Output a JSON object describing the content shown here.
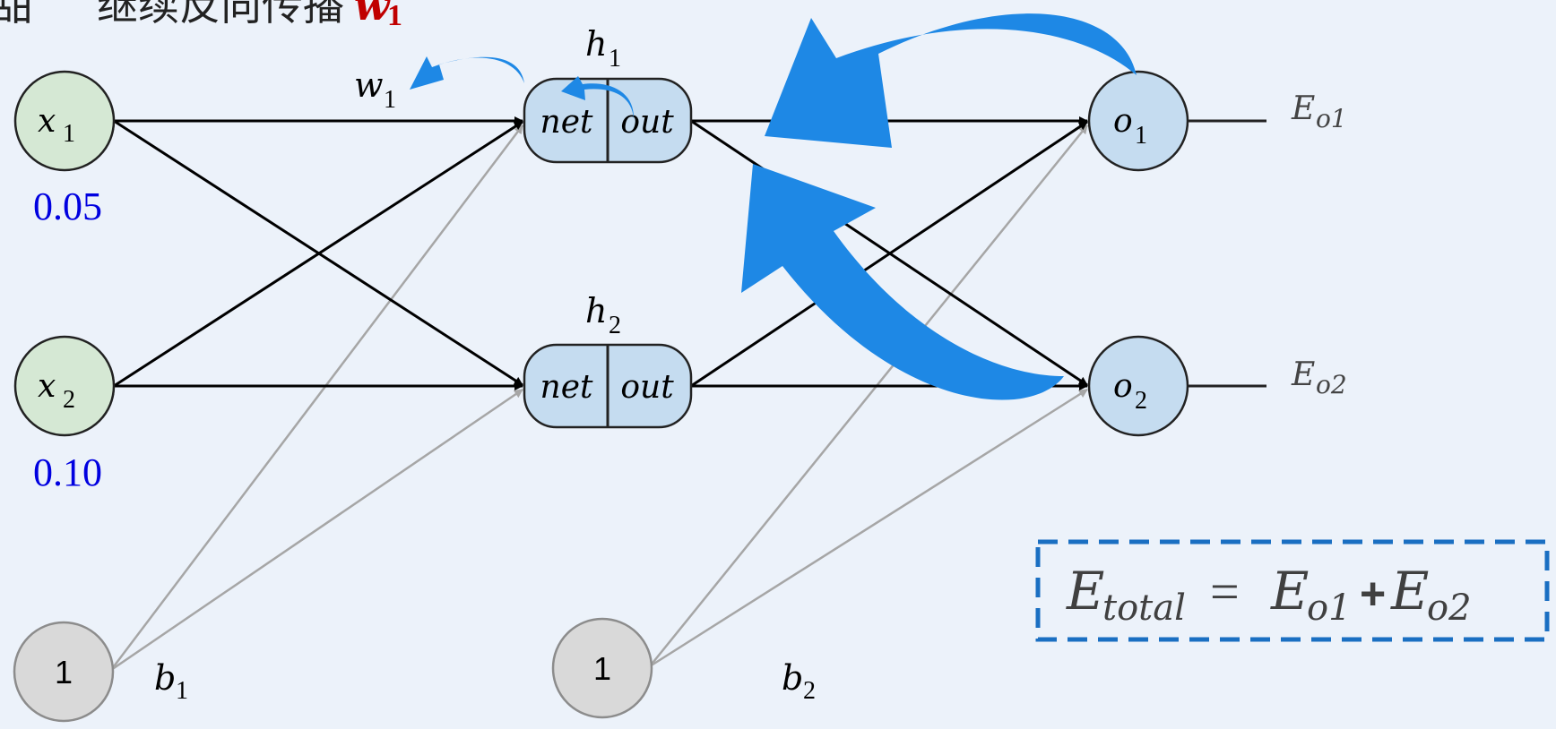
{
  "title": {
    "prefix_partial": "甜",
    "text": "继续反向传播",
    "highlight": "w",
    "highlight_sub": "1",
    "highlight_color": "#c00000"
  },
  "colors": {
    "background": "#ecf2fa",
    "input_fill": "#d5e8d4",
    "hidden_fill": "#c5dcf0",
    "bias_fill": "#d9d9d9",
    "edge": "#000000",
    "bias_edge": "#a6a6a6",
    "arrow_blue": "#1e88e5",
    "value_blue": "#0000e0",
    "box_dash": "#1a6fc2"
  },
  "nodes": {
    "x1": {
      "var": "x",
      "sub": "1",
      "value": "0.05"
    },
    "x2": {
      "var": "x",
      "sub": "2",
      "value": "0.10"
    },
    "bias1": {
      "label": "1",
      "weight_var": "b",
      "weight_sub": "1"
    },
    "h1": {
      "var": "h",
      "sub": "1",
      "left": "net",
      "right": "out"
    },
    "h2": {
      "var": "h",
      "sub": "2",
      "left": "net",
      "right": "out"
    },
    "bias2": {
      "label": "1",
      "weight_var": "b",
      "weight_sub": "2"
    },
    "o1": {
      "var": "o",
      "sub": "1",
      "error_var": "E",
      "error_sub": "o1"
    },
    "o2": {
      "var": "o",
      "sub": "2",
      "error_var": "E",
      "error_sub": "o2"
    }
  },
  "weight_label": {
    "var": "w",
    "sub": "1"
  },
  "total_error": {
    "lhs_var": "E",
    "lhs_sub": "total",
    "eq": "=",
    "t1_var": "E",
    "t1_sub": "o1",
    "plus": "+",
    "t2_var": "E",
    "t2_sub": "o2"
  }
}
